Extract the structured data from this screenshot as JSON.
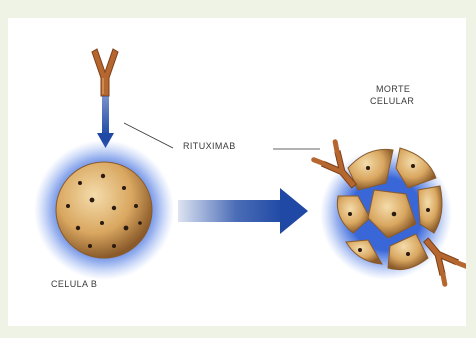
{
  "labels": {
    "rituximab": "RITUXIMAB",
    "b_cell": "CELULA B",
    "cell_death_line1": "MORTE",
    "cell_death_line2": "CELULAR"
  },
  "colors": {
    "page_background": "#eef3e6",
    "panel_background": "#ffffff",
    "arrow_blue": "#1f49a5",
    "glow_blue": "#2f5fd6",
    "cell_fill": "#d9a760",
    "cell_light": "#f4dcab",
    "cell_shadow": "#8a5a2a",
    "cell_dots": "#2a1a10",
    "antibody": "#b5672f",
    "antibody_dark": "#7d3f17",
    "leader_line": "#333333"
  },
  "icons": {
    "antibody": "y-shaped-antibody-icon",
    "b_cell": "intact-b-cell-icon",
    "dead_cell": "fragmented-cell-icon"
  }
}
